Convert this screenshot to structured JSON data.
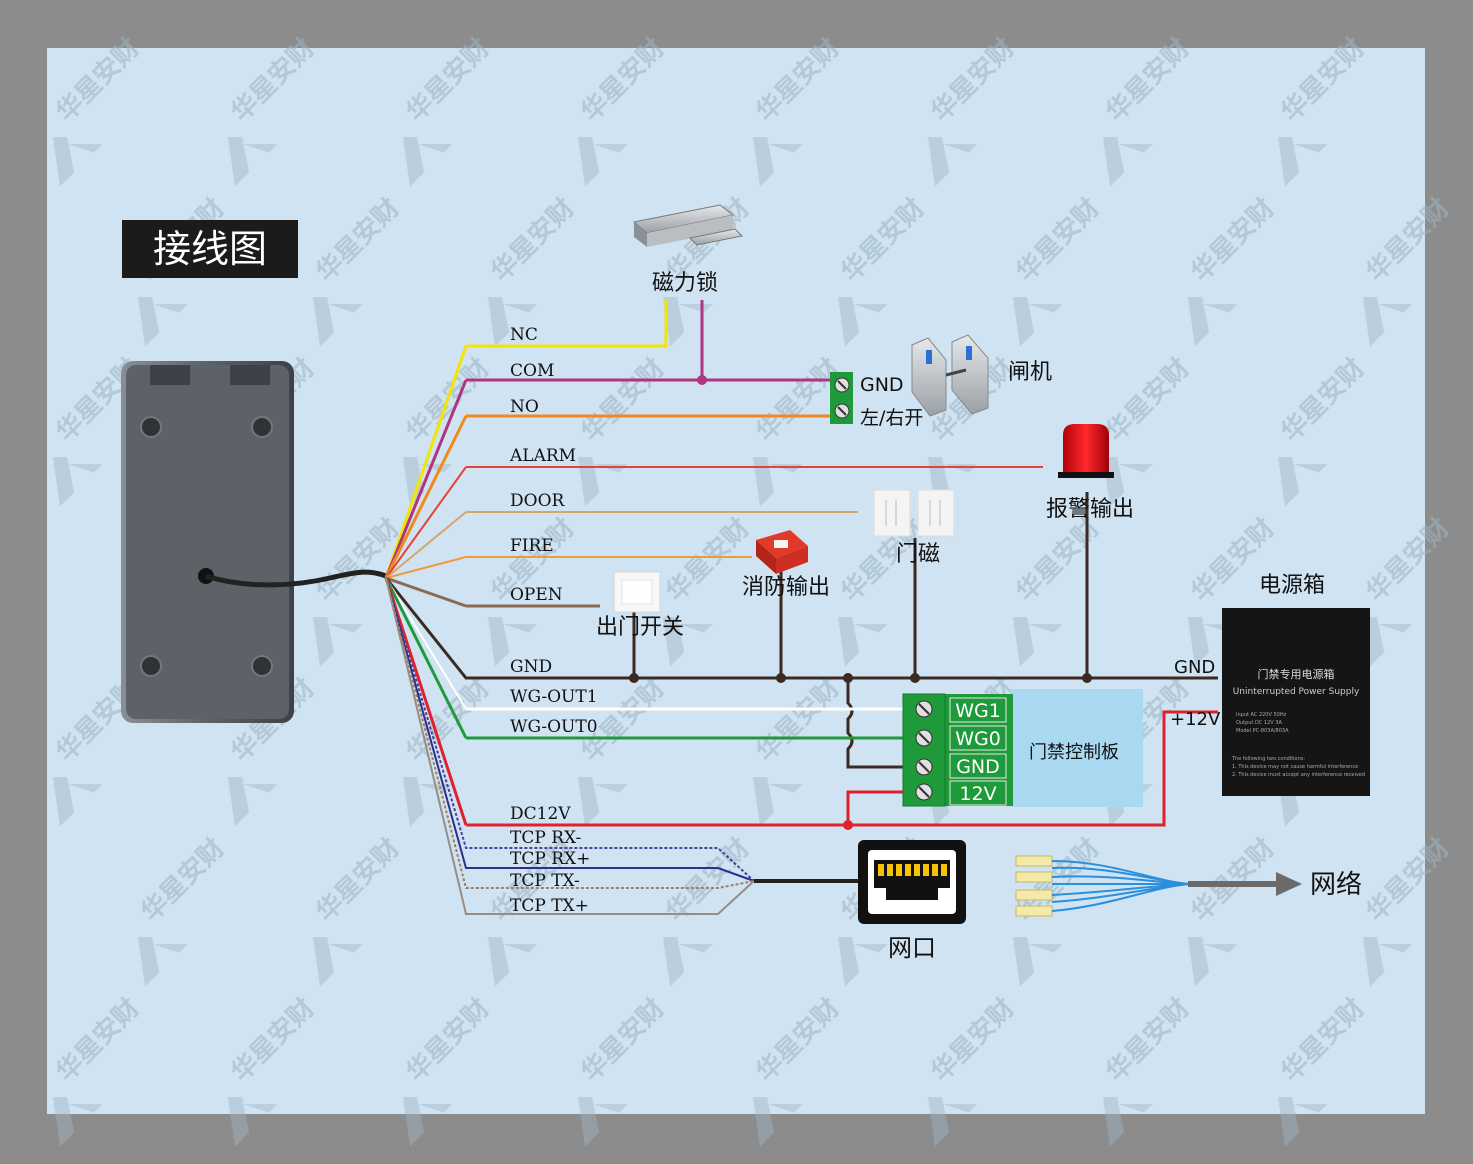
{
  "title": "接线图",
  "watermark": "华星安财",
  "wires": [
    {
      "id": "nc",
      "label": "NC",
      "color": "#f2e600"
    },
    {
      "id": "com",
      "label": "COM",
      "color": "#b0357e"
    },
    {
      "id": "no",
      "label": "NO",
      "color": "#f08a1e"
    },
    {
      "id": "alarm",
      "label": "ALARM",
      "color": "#e8403a"
    },
    {
      "id": "door",
      "label": "DOOR",
      "color": "#d8a46a"
    },
    {
      "id": "fire",
      "label": "FIRE",
      "color": "#f09a3a"
    },
    {
      "id": "open",
      "label": "OPEN",
      "color": "#8b6a52"
    },
    {
      "id": "gnd",
      "label": "GND",
      "color": "#3b2a20"
    },
    {
      "id": "wg1",
      "label": "WG-OUT1",
      "color": "#ffffff"
    },
    {
      "id": "wg0",
      "label": "WG-OUT0",
      "color": "#1f9a3a"
    },
    {
      "id": "dc12v",
      "label": "DC12V",
      "color": "#e0202a"
    },
    {
      "id": "rxm",
      "label": "TCP RX-",
      "color": "#4a3f9a"
    },
    {
      "id": "rxp",
      "label": "TCP RX+",
      "color": "#2e2e8c"
    },
    {
      "id": "txm",
      "label": "TCP TX-",
      "color": "#a08060"
    },
    {
      "id": "txp",
      "label": "TCP TX+",
      "color": "#9a8c80"
    }
  ],
  "devices": {
    "maglock": "磁力锁",
    "gate": "闸机",
    "gate_terminal_gnd": "GND",
    "gate_terminal_lr": "左/右开",
    "alarm_out": "报警输出",
    "door_sensor": "门磁",
    "fire_out": "消防输出",
    "exit_button": "出门开关",
    "power_box": "电源箱",
    "power_gnd": "GND",
    "power_12v": "+12V",
    "controller": "门禁控制板",
    "controller_terms": [
      "WG1",
      "WG0",
      "GND",
      "12V"
    ],
    "network_port": "网口",
    "network": "网络"
  },
  "power_label": {
    "title": "门禁专用电源箱",
    "subtitle": "Uninterrupted Power Supply",
    "lines": [
      "Input   AC 220V 50Hz",
      "Output  DC 12V 3A",
      "Model   PC-803A/803A"
    ],
    "notes": [
      "The following two conditions:",
      "1. This device may not cause harmful interference",
      "2. This device must accept any interference received"
    ]
  },
  "colors": {
    "background": "#cfe3f2",
    "frame": "#8c8c8c",
    "controller": "#a9d8f1",
    "terminal": "#1f9a3a",
    "title_bg": "#1b1b1b"
  }
}
